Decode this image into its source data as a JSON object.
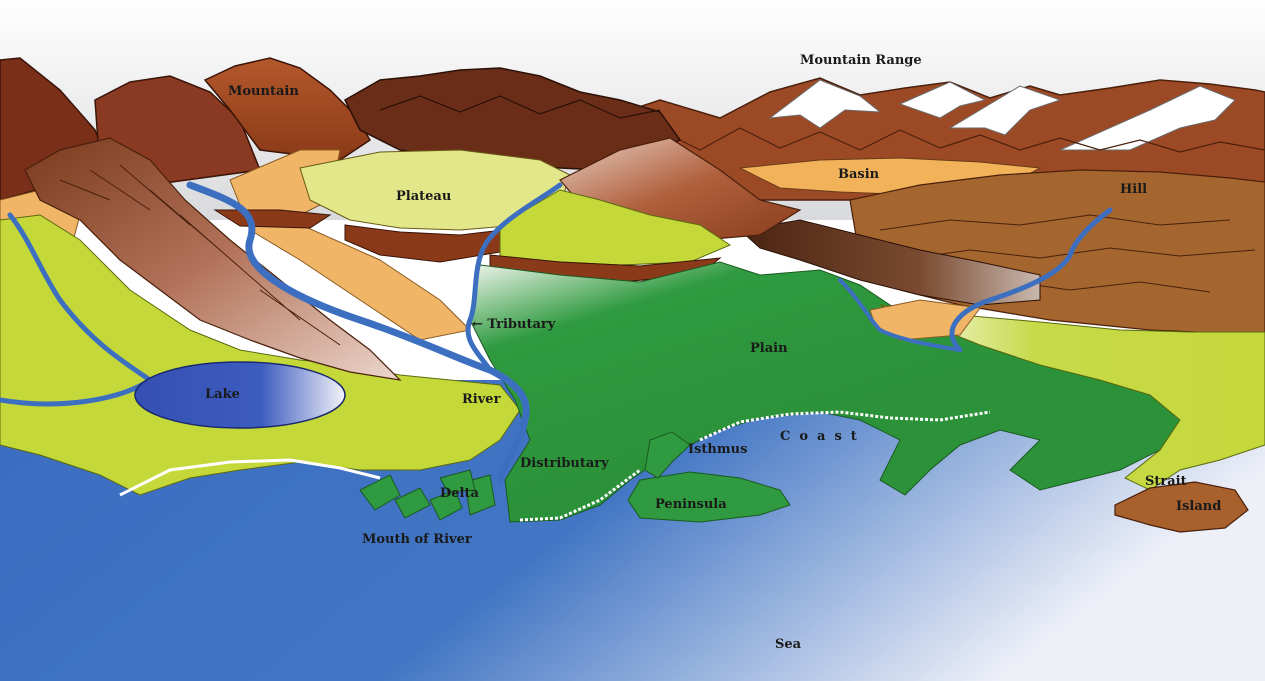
{
  "labels": {
    "mountain_range": "Mountain Range",
    "mountain": "Mountain",
    "plateau": "Plateau",
    "basin": "Basin",
    "hill": "Hill",
    "tributary": "← Tributary",
    "plain": "Plain",
    "lake": "Lake",
    "river": "River",
    "coast": "Coast",
    "isthmus": "Isthmus",
    "distributary": "Distributary",
    "delta": "Delta",
    "peninsula": "Peninsula",
    "mouth_of_river": "Mouth of River",
    "strait": "Strait",
    "island": "Island",
    "sea": "Sea"
  },
  "colors": {
    "sky": "#dcdde0",
    "sea": "#3d6fc0",
    "sea_light": "#d6dcef",
    "plain": "#2f9a3f",
    "lowland": "#c5d83a",
    "plateau_top": "#e2e78a",
    "sand": "#f0b566",
    "mountain_brown": "#a4522a",
    "mountain_dark": "#6b3018",
    "snow": "#ffffff",
    "river": "#3d6fc0",
    "lake": "#3a55b5"
  }
}
